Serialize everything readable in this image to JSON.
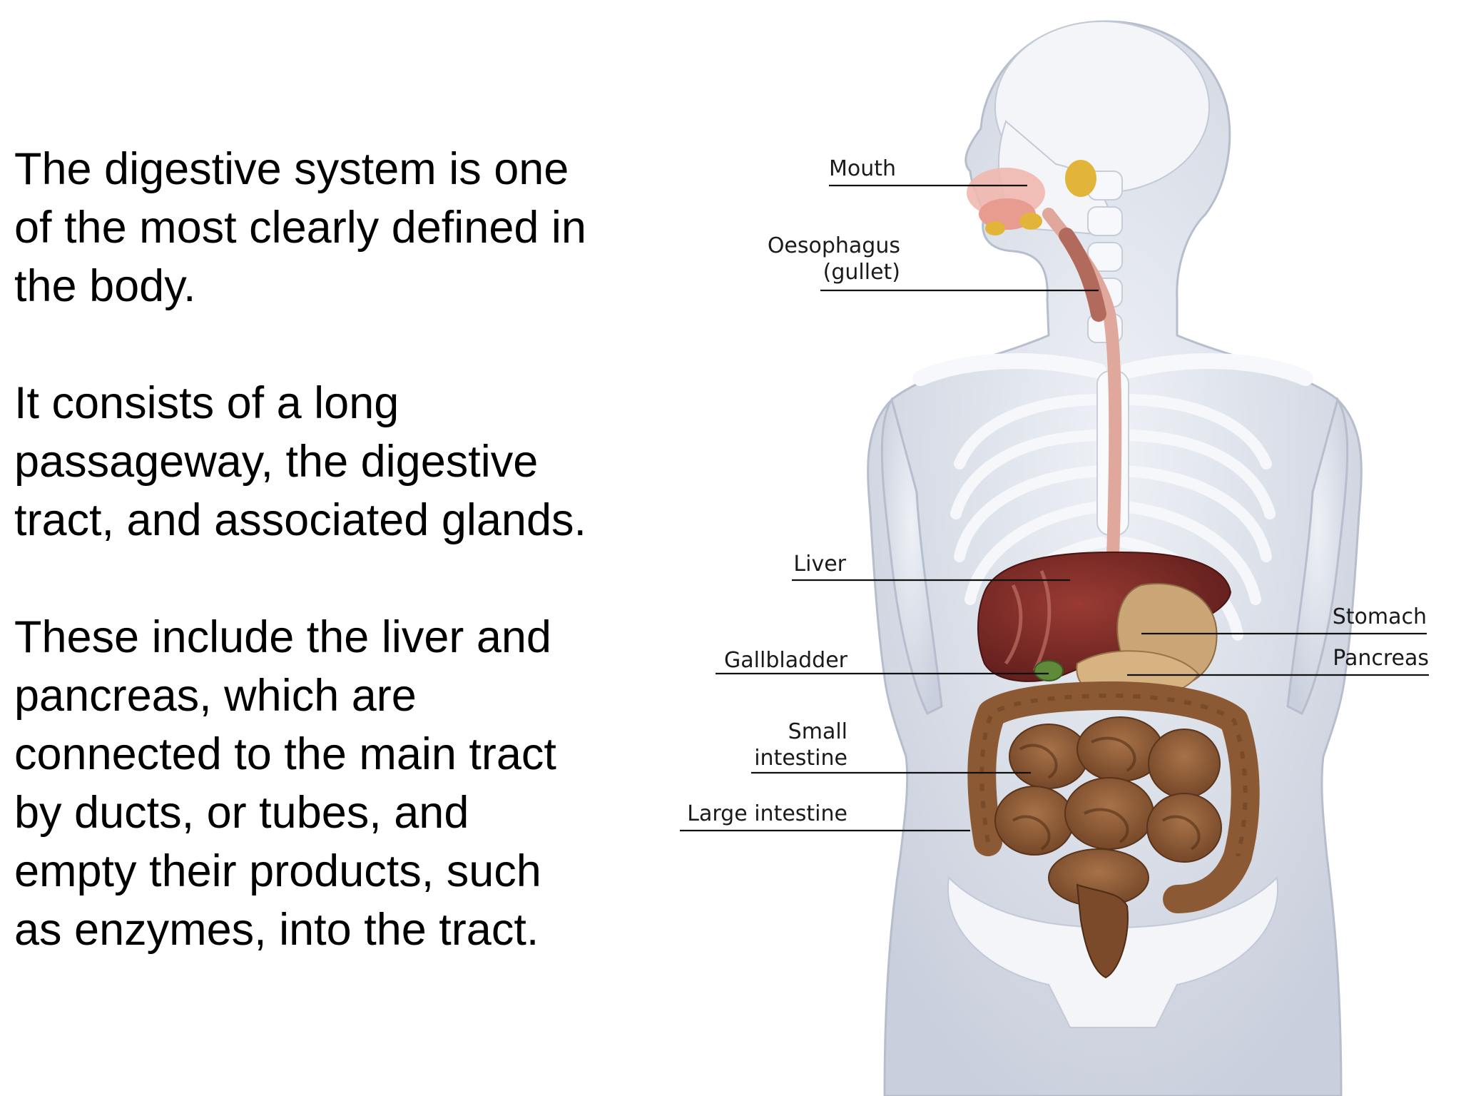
{
  "paragraphs": [
    "The digestive system is one\nof the most clearly defined in\nthe body.",
    "It consists of a long\npassageway, the digestive\ntract, and associated glands.",
    "These include the liver and\npancreas, which are\nconnected to the main tract\nby ducts, or tubes, and\nempty their products, such\nas enzymes, into the tract."
  ],
  "labels": {
    "mouth": "Mouth",
    "oesophagus_1": "Oesophagus",
    "oesophagus_2": "(gullet)",
    "liver": "Liver",
    "gallbladder": "Gallbladder",
    "small_intestine_1": "Small",
    "small_intestine_2": "intestine",
    "large_intestine": "Large intestine",
    "stomach": "Stomach",
    "pancreas": "Pancreas"
  },
  "colors": {
    "body": "#dfe3ec",
    "bone": "#f4f6fa",
    "liver": "#7b2a26",
    "stomach": "#c9a277",
    "intestine": "#8b5a35",
    "oesophagus": "#e0a89c"
  }
}
